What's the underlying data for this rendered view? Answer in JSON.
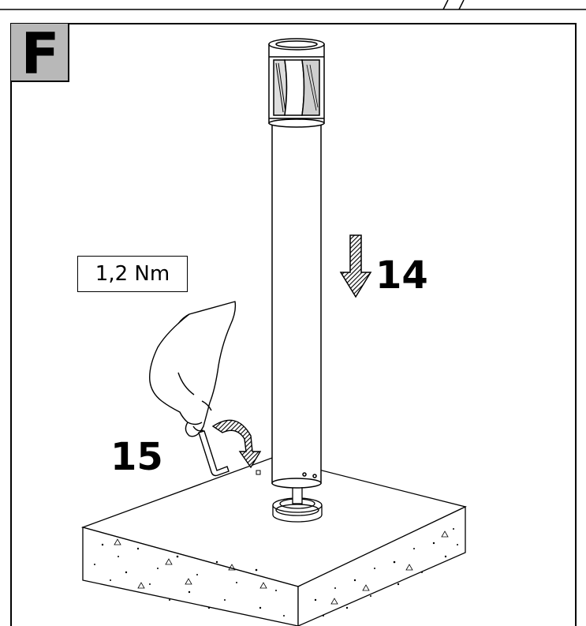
{
  "panel": {
    "step_letter": "F",
    "torque_label": "1,2 Nm",
    "step_push_down": "14",
    "step_tighten": "15"
  },
  "colors": {
    "line": "#000000",
    "badge_fill": "#b8b8b8",
    "background": "#ffffff"
  },
  "icons": [
    "down-arrow-icon",
    "curved-arrow-icon",
    "hex-key-icon",
    "hand-icon"
  ]
}
